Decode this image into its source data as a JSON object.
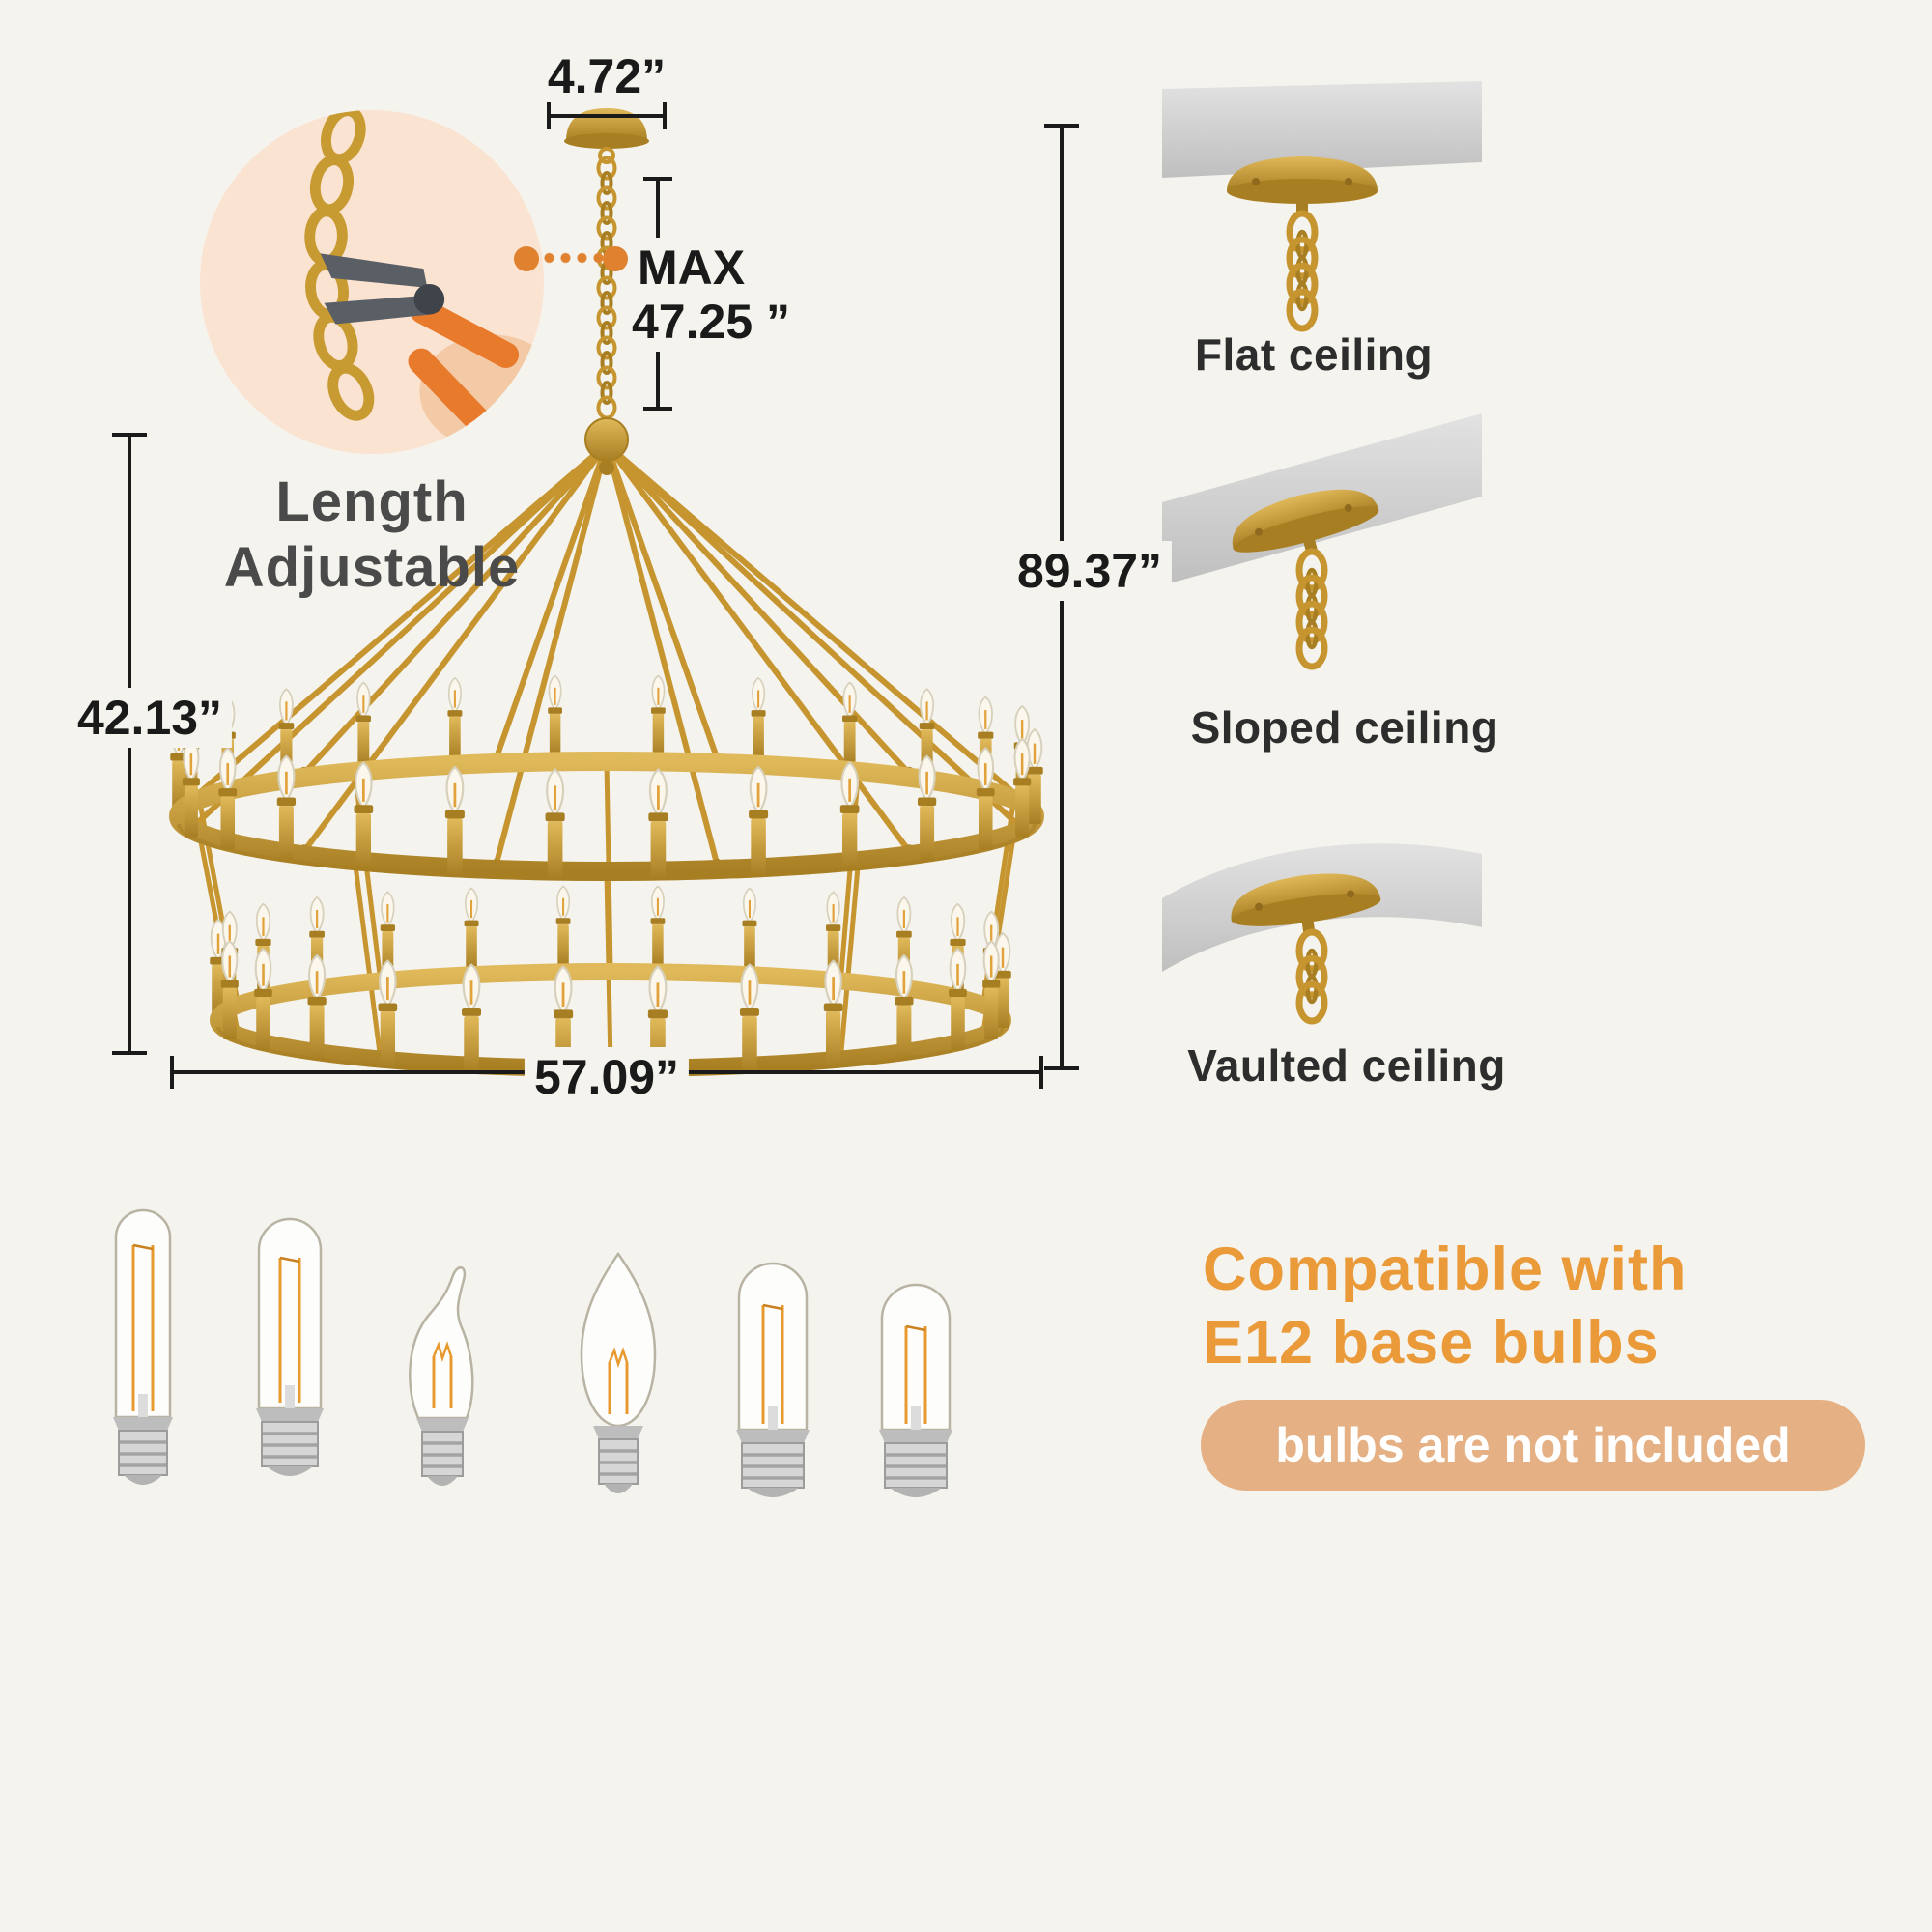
{
  "inset": {
    "title_line1": "Length",
    "title_line2": "Adjustable"
  },
  "dimensions": {
    "canopy_width": "4.72”",
    "chain_max_label": "MAX",
    "chain_max_value": "47.25 ”",
    "total_height": "89.37”",
    "fixture_height": "42.13”",
    "diameter": "57.09”"
  },
  "ceilings": {
    "items": [
      {
        "label": "Flat ceiling"
      },
      {
        "label": "Sloped ceiling"
      },
      {
        "label": "Vaulted ceiling"
      }
    ]
  },
  "compatibility": {
    "heading_line1": "Compatible with",
    "heading_line2": "E12 base bulbs",
    "badge": "bulbs are not included"
  },
  "chandelier": {
    "tiers": 2,
    "upper_lights": 26,
    "lower_lights": 26,
    "gold": "#c6952f",
    "gold_dark": "#a87e22",
    "gold_light": "#e0b95a"
  },
  "bulbs": {
    "types": [
      "tube-long",
      "tube-short",
      "flame-tip-candle",
      "torpedo-candle",
      "tube-medium",
      "tube-compact"
    ]
  },
  "accents": {
    "orange_dot": "#e0812f",
    "heading_orange": "#ea9a39",
    "badge_bg": "#e5b083"
  }
}
